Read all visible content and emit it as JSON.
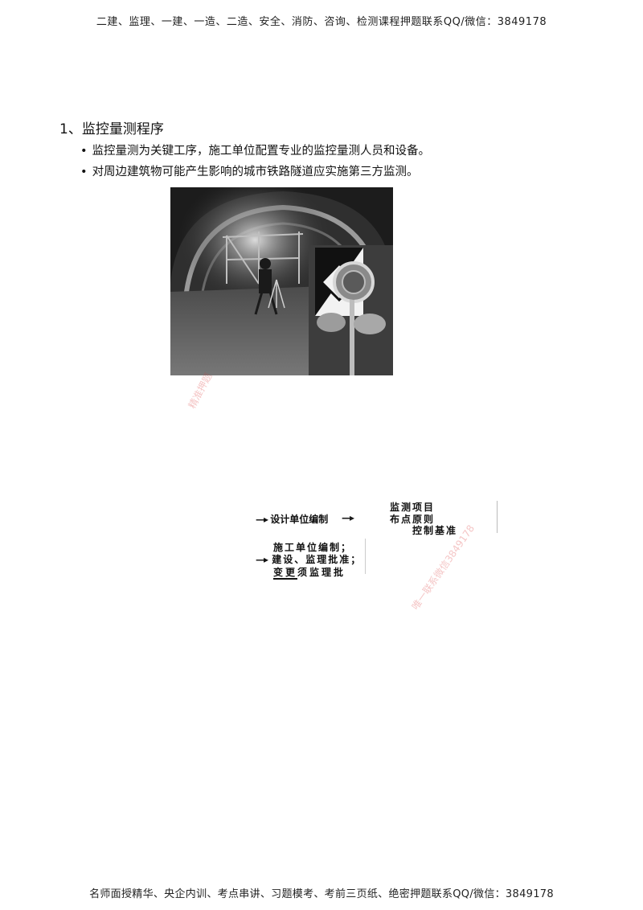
{
  "header": {
    "text": "二建、监理、一建、一造、二造、安全、消防、咨询、检测课程押题联系QQ/微信：3849178"
  },
  "section": {
    "title": "1、监控量测程序",
    "bullets": [
      "监控量测为关键工序，施工单位配置专业的监控量测人员和设备。",
      "对周边建筑物可能产生影响的城市铁路隧道应实施第三方监测。"
    ]
  },
  "watermarks": [
    "精准押题",
    "唯一联系微信3849178"
  ],
  "flow": {
    "design": "设计单位编制",
    "right_lines": [
      "监测项目",
      "布点原则",
      "控制基准"
    ],
    "construction_lines": [
      "施工单位编制；",
      "建设、监理批准；"
    ],
    "change_underlined": "变更",
    "change_rest": "须监理批"
  },
  "footer": {
    "text": "名师面授精华、央企内训、考点串讲、习题模考、考前三页纸、绝密押题联系QQ/微信：3849178"
  }
}
